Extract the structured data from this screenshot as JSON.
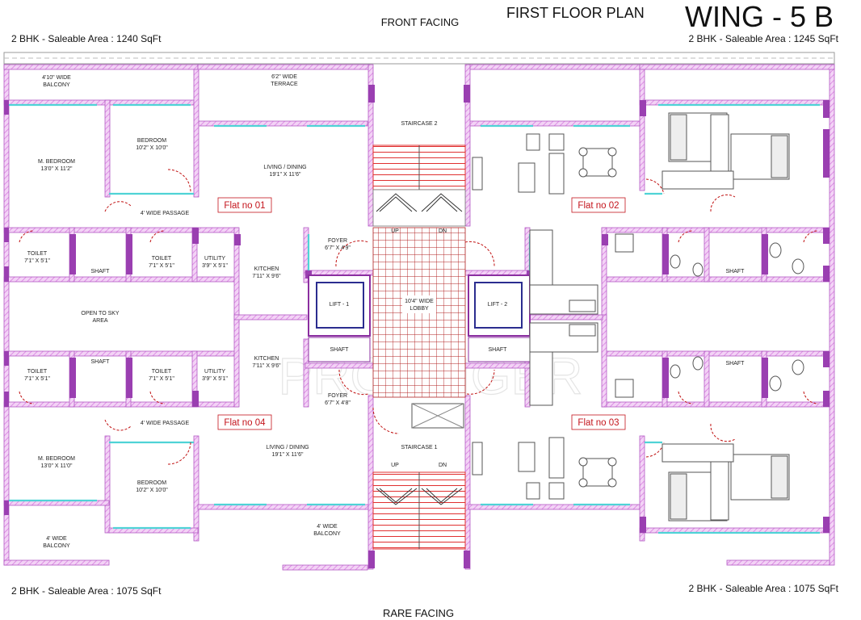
{
  "header": {
    "plan_title": "FIRST FLOOR PLAN",
    "wing_title": "WING - 5 B",
    "front_facing": "FRONT FACING",
    "rear_facing": "RARE FACING"
  },
  "corners": {
    "top_left": "2 BHK - Saleable Area : 1240 SqFt",
    "top_right": "2 BHK - Saleable Area : 1245 SqFt",
    "bottom_left": "2 BHK - Saleable Area : 1075 SqFt",
    "bottom_right": "2 BHK - Saleable Area : 1075 SqFt"
  },
  "flats": {
    "flat1": "Flat no 01",
    "flat2": "Flat no 02",
    "flat3": "Flat no 03",
    "flat4": "Flat no 04"
  },
  "rooms": {
    "balcony_top": [
      "4'10\" WIDE",
      "BALCONY"
    ],
    "terrace": [
      "6'2\" WIDE",
      "TERRACE"
    ],
    "staircase2": "STAIRCASE 2",
    "mbed1": [
      "M. BEDROOM",
      "13'0\" X 11'2\""
    ],
    "bed1": [
      "BEDROOM",
      "10'2\" X 10'0\""
    ],
    "living1": [
      "LIVING / DINING",
      "19'1\" X 11'6\""
    ],
    "passage1": "4' WIDE PASSAGE",
    "toilet1a": [
      "TOILET",
      "7'1\" X 5'1\""
    ],
    "shaft": "SHAFT",
    "toilet1b": [
      "TOILET",
      "7'1\" X 5'1\""
    ],
    "utility1": [
      "UTILITY",
      "3'9\" X 5'1\""
    ],
    "kitchen1": [
      "KITCHEN",
      "7'11\" X 9'6\""
    ],
    "foyer1": [
      "FOYER",
      "6'7\" X 4'9\""
    ],
    "up": "UP",
    "dn": "DN",
    "lift1": "LIFT - 1",
    "lift2": "LIFT - 2",
    "lobby": [
      "10'4\" WIDE",
      "LOBBY"
    ],
    "open_sky": [
      "OPEN TO SKY",
      "AREA"
    ],
    "toilet4a": [
      "TOILET",
      "7'1\" X 5'1\""
    ],
    "toilet4b": [
      "TOILET",
      "7'1\" X 5'1\""
    ],
    "utility4": [
      "UTILITY",
      "3'9\" X 5'1\""
    ],
    "kitchen4": [
      "KITCHEN",
      "7'11\" X 9'6\""
    ],
    "foyer4": [
      "FOYER",
      "6'7\" X 4'8\""
    ],
    "passage4": "4' WIDE PASSAGE",
    "mbed4": [
      "M. BEDROOM",
      "13'0\" X 11'0\""
    ],
    "bed4": [
      "BEDROOM",
      "10'2\" X 10'0\""
    ],
    "living4": [
      "LIVING / DINING",
      "19'1\" X 11'6\""
    ],
    "staircase1": "STAIRCASE 1",
    "balcony_bottom_mid": [
      "4' WIDE",
      "BALCONY"
    ],
    "balcony_bottom_left": [
      "4' WIDE",
      "BALCONY"
    ]
  },
  "watermark": "PROPTIGER",
  "colors": {
    "wall": "#d77fe0",
    "wall_dark": "#8b2fa0",
    "window": "#4fd3d6",
    "stair": "#e03030",
    "door": "#c01010",
    "lift": "#2b2d8f",
    "furniture": "#555555",
    "flat_label": "#c4151c"
  }
}
